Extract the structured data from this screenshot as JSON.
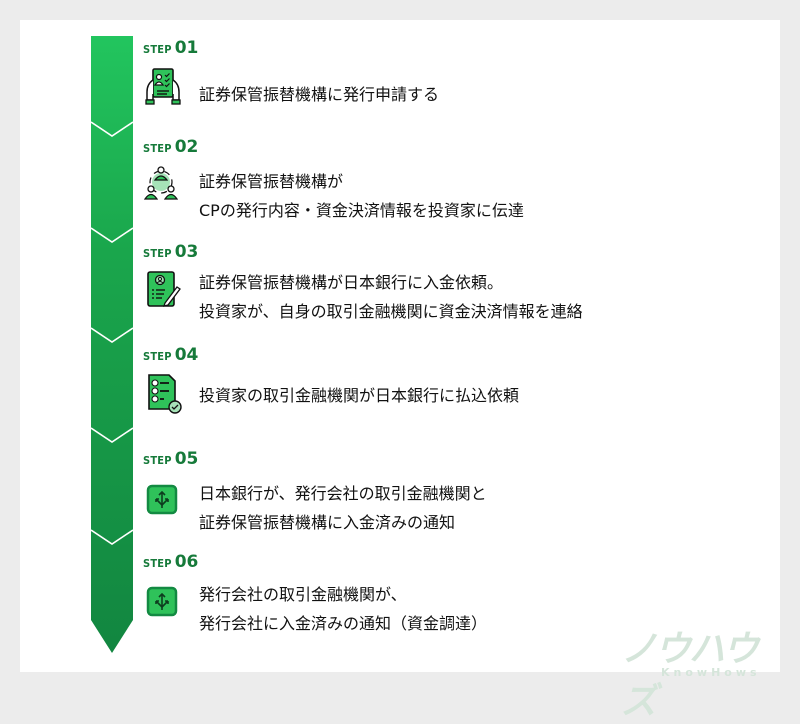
{
  "colors": {
    "background": "#ececec",
    "panel": "#ffffff",
    "bar_top": "#22c55e",
    "bar_bottom": "#138a42",
    "step_label": "#167a3a",
    "icon_green": "#2fc25a",
    "icon_light_green": "#a6e3b8",
    "text": "#111111",
    "logo": "#d5e5da"
  },
  "steps": [
    {
      "word": "STEP",
      "number": "01",
      "icon": "document-checklist-hands-icon",
      "lines": [
        "証券保管振替機構に発行申請する"
      ]
    },
    {
      "word": "STEP",
      "number": "02",
      "icon": "people-network-icon",
      "lines": [
        "証券保管振替機構が",
        "CPの発行内容・資金決済情報を投資家に伝達"
      ]
    },
    {
      "word": "STEP",
      "number": "03",
      "icon": "profile-document-pen-icon",
      "lines": [
        "証券保管振替機構が日本銀行に入金依頼。",
        "投資家が、自身の取引金融機関に資金決済情報を連絡"
      ]
    },
    {
      "word": "STEP",
      "number": "04",
      "icon": "checklist-document-icon",
      "lines": [
        "投資家の取引金融機関が日本銀行に払込依頼"
      ]
    },
    {
      "word": "STEP",
      "number": "05",
      "icon": "branching-arrows-icon",
      "lines": [
        "日本銀行が、発行会社の取引金融機関と",
        "証券保管振替機構に入金済みの通知"
      ]
    },
    {
      "word": "STEP",
      "number": "06",
      "icon": "branching-arrows-icon",
      "lines": [
        "発行会社の取引金融機関が、",
        "発行会社に入金済みの通知（資金調達）"
      ]
    }
  ],
  "logo": {
    "kana": "ノウハウズ",
    "latin": "KnowHows"
  }
}
